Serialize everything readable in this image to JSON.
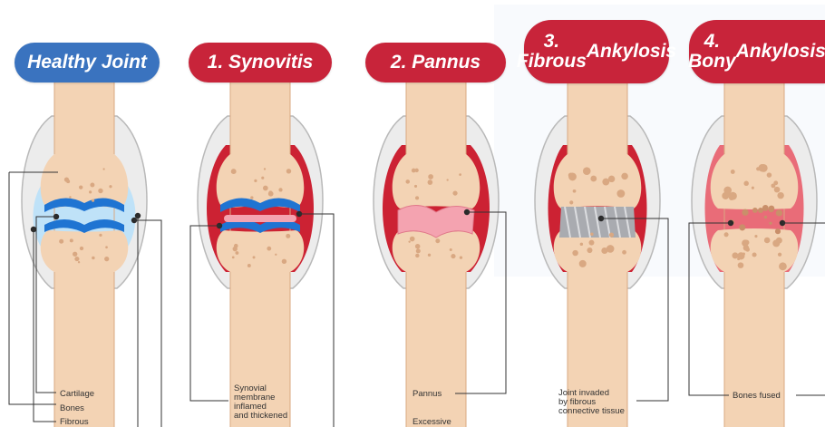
{
  "colors": {
    "healthy": "#3a73bf",
    "disease": "#c8243a",
    "bone": "#f3d3b4",
    "bone_shade": "#d9a882",
    "capsule": "#ececec",
    "cartilage": "#1f74d2",
    "fluid": "#bfe2f8",
    "inflamed": "#cc2233",
    "pannus": "#f4a3b0",
    "fibrous": "#a9abb0"
  },
  "stages": [
    {
      "title": "Healthy Joint",
      "title_lines": [
        "Healthy Joint"
      ]
    },
    {
      "title": "1. Synovitis",
      "title_lines": [
        "1. Synovitis"
      ]
    },
    {
      "title": "2. Pannus",
      "title_lines": [
        "2. Pannus"
      ]
    },
    {
      "title": "3. Fibrous Ankylosis",
      "title_lines": [
        "3. Fibrous",
        "Ankylosis"
      ]
    },
    {
      "title": "4. Bony Ankylosis",
      "title_lines": [
        "4. Bony",
        "Ankylosis"
      ]
    }
  ],
  "labels": {
    "cartilage": "Cartilage",
    "bones": "Bones",
    "fibrous": "Fibrous",
    "synovial": [
      "Synovial",
      "membrane",
      "inflamed",
      "and thickened"
    ],
    "pannus": "Pannus",
    "excessive": "Excessive",
    "joint_invaded": [
      "Joint invaded",
      "by fibrous",
      "connective tissue"
    ],
    "bones_fused": "Bones fused"
  }
}
